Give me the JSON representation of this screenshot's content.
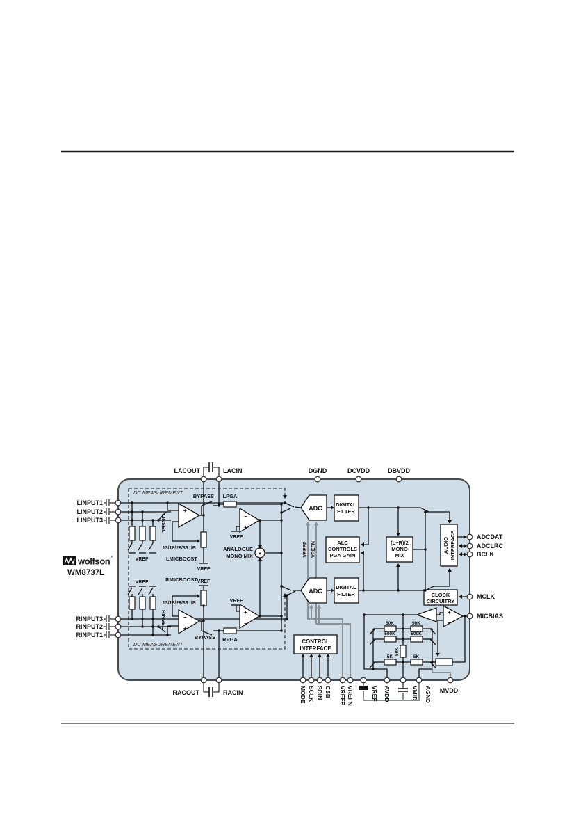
{
  "logo": {
    "brand": "wolfson",
    "reg": "°",
    "part": "WM8737L"
  },
  "pins": {
    "lacout": "LACOUT",
    "lacin": "LACIN",
    "dgnd": "DGND",
    "dcvdd": "DCVDD",
    "dbvdd": "DBVDD",
    "linput1": "LINPUT1",
    "linput2": "LINPUT2",
    "linput3": "LINPUT3",
    "rinput1": "RINPUT1",
    "rinput2": "RINPUT2",
    "rinput3": "RINPUT3",
    "adcdat": "ADCDAT",
    "adclrc": "ADCLRC",
    "bclk": "BCLK",
    "mclk": "MCLK",
    "micbias": "MICBIAS",
    "racout": "RACOUT",
    "racin": "RACIN",
    "mode": "MODE",
    "sclk": "SCLK",
    "sdin": "SDIN",
    "csb": "CSB",
    "vrefp": "VREFP",
    "vrefn": "VREFN",
    "vref": "VREF",
    "avdd": "AVDD",
    "vmid": "VMID",
    "agnd": "AGND",
    "mvdd": "MVDD"
  },
  "blocks": {
    "adc": "ADC",
    "digital1": "DIGITAL",
    "digital2": "FILTER",
    "alc1": "ALC",
    "alc2": "CONTROLS",
    "alc3": "PGA GAIN",
    "mix1": "(L+R)/2",
    "mix2": "MONO",
    "mix3": "MIX",
    "audio1": "AUDIO",
    "audio2": "INTERFACE",
    "clock1": "CLOCK",
    "clock2": "CIRCUITRY",
    "ctrl1": "CONTROL",
    "ctrl2": "INTERFACE",
    "amix1": "ANALOGUE",
    "amix2": "MONO MIX"
  },
  "labels": {
    "dc_measurement": "DC MEASUREMENT",
    "bypass": "BYPASS",
    "lpga": "LPGA",
    "rpga": "RPGA",
    "linsel": "LINSEL",
    "rinsel": "RINSEL",
    "lmicboost": "LMICBOOST",
    "rmicboost": "RMICBOOST",
    "boost_db": "13/18/28/33 dB",
    "vref": "VREF",
    "vrefp": "VREFP",
    "vrefn": "VREFN",
    "plus": "+",
    "minus": "−"
  },
  "network": {
    "r50k": "50K",
    "r500k": "500K",
    "r5k": "5K",
    "r50k_mid": "50K"
  },
  "colors": {
    "chip_fill": "#cfdde8",
    "chip_border": "#4a4a4a",
    "wire": "#111111",
    "gray_wire": "#8b9196"
  }
}
